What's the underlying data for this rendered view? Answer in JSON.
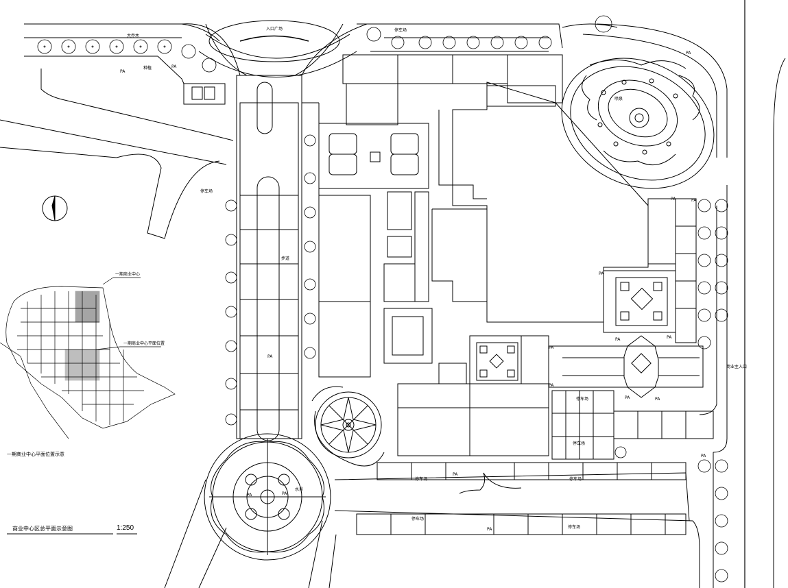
{
  "drawing": {
    "title": "商业中心区总平面示意图",
    "scale": "1:250",
    "location_caption": "一期商业中心平面位置示意"
  },
  "labels": {
    "pa": "PA",
    "tree_row": "大乔木",
    "entrance_plaza": "入口广场",
    "planting": "种植",
    "parking": "停车场",
    "fountain": "喷泉",
    "water": "水景",
    "walkway": "步道",
    "main_entrance": "商业主入口",
    "key_plan_1": "一期商业中心",
    "key_plan_2": "一期商业中心平面位置"
  },
  "colors": {
    "line": "#000000",
    "background": "#ffffff"
  }
}
